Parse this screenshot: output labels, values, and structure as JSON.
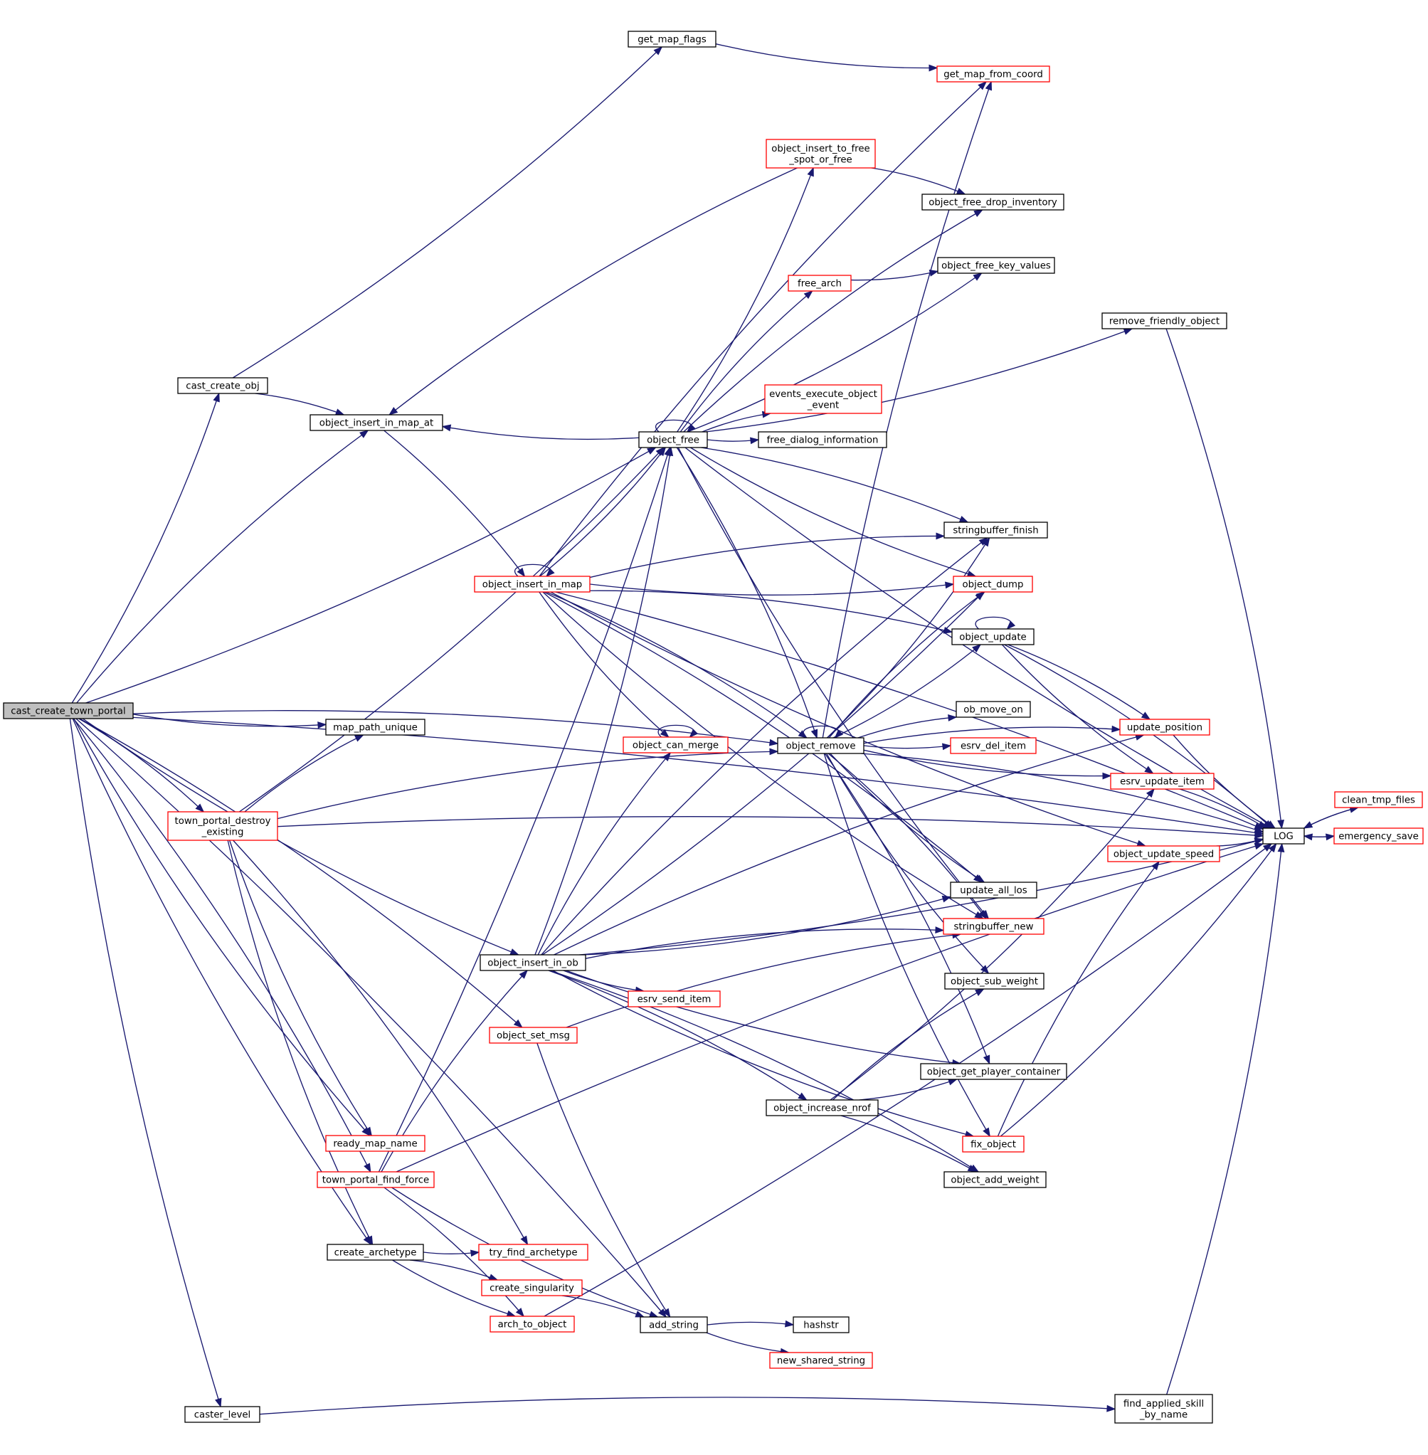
{
  "graph": {
    "nodes": [
      {
        "id": "cast_create_town_portal",
        "lines": [
          "cast_create_town_portal"
        ],
        "style": "root"
      },
      {
        "id": "cast_create_obj",
        "lines": [
          "cast_create_obj"
        ],
        "style": "normal"
      },
      {
        "id": "get_map_flags",
        "lines": [
          "get_map_flags"
        ],
        "style": "normal"
      },
      {
        "id": "get_map_from_coord",
        "lines": [
          "get_map_from_coord"
        ],
        "style": "truncated"
      },
      {
        "id": "object_insert_in_map_at",
        "lines": [
          "object_insert_in_map_at"
        ],
        "style": "normal"
      },
      {
        "id": "object_insert_to_free_spot_or_free",
        "lines": [
          "object_insert_to_free",
          "_spot_or_free"
        ],
        "style": "truncated"
      },
      {
        "id": "object_free_drop_inventory",
        "lines": [
          "object_free_drop_inventory"
        ],
        "style": "normal"
      },
      {
        "id": "object_free_key_values",
        "lines": [
          "object_free_key_values"
        ],
        "style": "normal"
      },
      {
        "id": "free_arch",
        "lines": [
          "free_arch"
        ],
        "style": "truncated"
      },
      {
        "id": "remove_friendly_object",
        "lines": [
          "remove_friendly_object"
        ],
        "style": "normal"
      },
      {
        "id": "events_execute_object_event",
        "lines": [
          "events_execute_object",
          "_event"
        ],
        "style": "truncated"
      },
      {
        "id": "object_free",
        "lines": [
          "object_free"
        ],
        "style": "normal"
      },
      {
        "id": "free_dialog_information",
        "lines": [
          "free_dialog_information"
        ],
        "style": "normal"
      },
      {
        "id": "stringbuffer_finish",
        "lines": [
          "stringbuffer_finish"
        ],
        "style": "normal"
      },
      {
        "id": "object_insert_in_map",
        "lines": [
          "object_insert_in_map"
        ],
        "style": "truncated"
      },
      {
        "id": "object_dump",
        "lines": [
          "object_dump"
        ],
        "style": "truncated"
      },
      {
        "id": "object_update",
        "lines": [
          "object_update"
        ],
        "style": "normal"
      },
      {
        "id": "ob_move_on",
        "lines": [
          "ob_move_on"
        ],
        "style": "normal"
      },
      {
        "id": "map_path_unique",
        "lines": [
          "map_path_unique"
        ],
        "style": "normal"
      },
      {
        "id": "object_can_merge",
        "lines": [
          "object_can_merge"
        ],
        "style": "truncated"
      },
      {
        "id": "object_remove",
        "lines": [
          "object_remove"
        ],
        "style": "normal"
      },
      {
        "id": "esrv_del_item",
        "lines": [
          "esrv_del_item"
        ],
        "style": "truncated"
      },
      {
        "id": "update_position",
        "lines": [
          "update_position"
        ],
        "style": "truncated"
      },
      {
        "id": "esrv_update_item",
        "lines": [
          "esrv_update_item"
        ],
        "style": "truncated"
      },
      {
        "id": "clean_tmp_files",
        "lines": [
          "clean_tmp_files"
        ],
        "style": "truncated"
      },
      {
        "id": "town_portal_destroy_existing",
        "lines": [
          "town_portal_destroy",
          "_existing"
        ],
        "style": "truncated"
      },
      {
        "id": "LOG",
        "lines": [
          "LOG"
        ],
        "style": "normal"
      },
      {
        "id": "emergency_save",
        "lines": [
          "emergency_save"
        ],
        "style": "truncated"
      },
      {
        "id": "object_update_speed",
        "lines": [
          "object_update_speed"
        ],
        "style": "truncated"
      },
      {
        "id": "update_all_los",
        "lines": [
          "update_all_los"
        ],
        "style": "normal"
      },
      {
        "id": "stringbuffer_new",
        "lines": [
          "stringbuffer_new"
        ],
        "style": "truncated"
      },
      {
        "id": "object_insert_in_ob",
        "lines": [
          "object_insert_in_ob"
        ],
        "style": "normal"
      },
      {
        "id": "object_sub_weight",
        "lines": [
          "object_sub_weight"
        ],
        "style": "normal"
      },
      {
        "id": "esrv_send_item",
        "lines": [
          "esrv_send_item"
        ],
        "style": "truncated"
      },
      {
        "id": "object_set_msg",
        "lines": [
          "object_set_msg"
        ],
        "style": "truncated"
      },
      {
        "id": "object_get_player_container",
        "lines": [
          "object_get_player_container"
        ],
        "style": "normal"
      },
      {
        "id": "object_increase_nrof",
        "lines": [
          "object_increase_nrof"
        ],
        "style": "normal"
      },
      {
        "id": "ready_map_name",
        "lines": [
          "ready_map_name"
        ],
        "style": "truncated"
      },
      {
        "id": "fix_object",
        "lines": [
          "fix_object"
        ],
        "style": "truncated"
      },
      {
        "id": "town_portal_find_force",
        "lines": [
          "town_portal_find_force"
        ],
        "style": "truncated"
      },
      {
        "id": "object_add_weight",
        "lines": [
          "object_add_weight"
        ],
        "style": "normal"
      },
      {
        "id": "create_archetype",
        "lines": [
          "create_archetype"
        ],
        "style": "normal"
      },
      {
        "id": "try_find_archetype",
        "lines": [
          "try_find_archetype"
        ],
        "style": "truncated"
      },
      {
        "id": "create_singularity",
        "lines": [
          "create_singularity"
        ],
        "style": "truncated"
      },
      {
        "id": "arch_to_object",
        "lines": [
          "arch_to_object"
        ],
        "style": "truncated"
      },
      {
        "id": "add_string",
        "lines": [
          "add_string"
        ],
        "style": "normal"
      },
      {
        "id": "hashstr",
        "lines": [
          "hashstr"
        ],
        "style": "normal"
      },
      {
        "id": "new_shared_string",
        "lines": [
          "new_shared_string"
        ],
        "style": "truncated"
      },
      {
        "id": "caster_level",
        "lines": [
          "caster_level"
        ],
        "style": "normal"
      },
      {
        "id": "find_applied_skill_by_name",
        "lines": [
          "find_applied_skill",
          "_by_name"
        ],
        "style": "normal"
      }
    ],
    "edges": [
      {
        "from": "cast_create_town_portal",
        "to": "cast_create_obj"
      },
      {
        "from": "cast_create_town_portal",
        "to": "object_insert_in_map_at"
      },
      {
        "from": "cast_create_town_portal",
        "to": "object_free"
      },
      {
        "from": "cast_create_town_portal",
        "to": "object_remove"
      },
      {
        "from": "cast_create_town_portal",
        "to": "object_insert_in_ob"
      },
      {
        "from": "cast_create_town_portal",
        "to": "object_set_msg"
      },
      {
        "from": "cast_create_town_portal",
        "to": "map_path_unique"
      },
      {
        "from": "cast_create_town_portal",
        "to": "town_portal_destroy_existing"
      },
      {
        "from": "cast_create_town_portal",
        "to": "ready_map_name"
      },
      {
        "from": "cast_create_town_portal",
        "to": "town_portal_find_force"
      },
      {
        "from": "cast_create_town_portal",
        "to": "create_archetype"
      },
      {
        "from": "cast_create_town_portal",
        "to": "add_string"
      },
      {
        "from": "cast_create_town_portal",
        "to": "caster_level"
      },
      {
        "from": "cast_create_town_portal",
        "to": "LOG"
      },
      {
        "from": "cast_create_obj",
        "to": "get_map_flags"
      },
      {
        "from": "cast_create_obj",
        "to": "object_insert_in_map_at"
      },
      {
        "from": "get_map_flags",
        "to": "get_map_from_coord"
      },
      {
        "from": "object_insert_in_map_at",
        "to": "object_insert_in_map"
      },
      {
        "from": "object_insert_to_free_spot_or_free",
        "to": "object_insert_in_map_at"
      },
      {
        "from": "object_insert_to_free_spot_or_free",
        "to": "object_free_drop_inventory"
      },
      {
        "from": "free_arch",
        "to": "object_free_key_values"
      },
      {
        "from": "object_free",
        "to": "object_insert_in_map_at"
      },
      {
        "from": "object_free",
        "to": "object_insert_to_free_spot_or_free"
      },
      {
        "from": "object_free",
        "to": "object_free_drop_inventory"
      },
      {
        "from": "object_free",
        "to": "object_free_key_values"
      },
      {
        "from": "object_free",
        "to": "free_arch"
      },
      {
        "from": "object_free",
        "to": "remove_friendly_object"
      },
      {
        "from": "object_free",
        "to": "events_execute_object_event"
      },
      {
        "from": "object_free",
        "to": "free_dialog_information"
      },
      {
        "from": "object_free",
        "to": "stringbuffer_finish"
      },
      {
        "from": "object_free",
        "to": "object_dump"
      },
      {
        "from": "object_free",
        "to": "object_remove"
      },
      {
        "from": "object_free",
        "to": "stringbuffer_new"
      },
      {
        "from": "object_free",
        "to": "object_free"
      },
      {
        "from": "object_free",
        "to": "LOG"
      },
      {
        "from": "remove_friendly_object",
        "to": "LOG"
      },
      {
        "from": "object_insert_in_map",
        "to": "object_insert_in_map"
      },
      {
        "from": "object_insert_in_map",
        "to": "get_map_from_coord"
      },
      {
        "from": "object_insert_in_map",
        "to": "object_free"
      },
      {
        "from": "object_insert_in_map",
        "to": "stringbuffer_finish"
      },
      {
        "from": "object_insert_in_map",
        "to": "object_dump"
      },
      {
        "from": "object_insert_in_map",
        "to": "object_update"
      },
      {
        "from": "object_insert_in_map",
        "to": "object_can_merge"
      },
      {
        "from": "object_insert_in_map",
        "to": "object_remove"
      },
      {
        "from": "object_insert_in_map",
        "to": "object_update_speed"
      },
      {
        "from": "object_insert_in_map",
        "to": "update_all_los"
      },
      {
        "from": "object_insert_in_map",
        "to": "stringbuffer_new"
      },
      {
        "from": "object_insert_in_map",
        "to": "LOG"
      },
      {
        "from": "object_update",
        "to": "object_update"
      },
      {
        "from": "object_update",
        "to": "update_position"
      },
      {
        "from": "object_update",
        "to": "esrv_update_item"
      },
      {
        "from": "object_update",
        "to": "LOG"
      },
      {
        "from": "object_remove",
        "to": "object_remove"
      },
      {
        "from": "object_remove",
        "to": "get_map_from_coord"
      },
      {
        "from": "object_remove",
        "to": "stringbuffer_finish"
      },
      {
        "from": "object_remove",
        "to": "object_dump"
      },
      {
        "from": "object_remove",
        "to": "object_update"
      },
      {
        "from": "object_remove",
        "to": "ob_move_on"
      },
      {
        "from": "object_remove",
        "to": "esrv_del_item"
      },
      {
        "from": "object_remove",
        "to": "update_position"
      },
      {
        "from": "object_remove",
        "to": "esrv_update_item"
      },
      {
        "from": "object_remove",
        "to": "LOG"
      },
      {
        "from": "object_remove",
        "to": "update_all_los"
      },
      {
        "from": "object_remove",
        "to": "stringbuffer_new"
      },
      {
        "from": "object_remove",
        "to": "object_sub_weight"
      },
      {
        "from": "object_remove",
        "to": "object_get_player_container"
      },
      {
        "from": "object_remove",
        "to": "fix_object"
      },
      {
        "from": "object_can_merge",
        "to": "object_can_merge"
      },
      {
        "from": "update_position",
        "to": "LOG"
      },
      {
        "from": "esrv_update_item",
        "to": "LOG"
      },
      {
        "from": "clean_tmp_files",
        "to": "LOG"
      },
      {
        "from": "LOG",
        "to": "clean_tmp_files"
      },
      {
        "from": "LOG",
        "to": "emergency_save"
      },
      {
        "from": "emergency_save",
        "to": "LOG"
      },
      {
        "from": "object_update_speed",
        "to": "LOG"
      },
      {
        "from": "town_portal_destroy_existing",
        "to": "map_path_unique"
      },
      {
        "from": "town_portal_destroy_existing",
        "to": "object_free"
      },
      {
        "from": "town_portal_destroy_existing",
        "to": "object_remove"
      },
      {
        "from": "town_portal_destroy_existing",
        "to": "ready_map_name"
      },
      {
        "from": "town_portal_destroy_existing",
        "to": "try_find_archetype"
      },
      {
        "from": "town_portal_destroy_existing",
        "to": "create_archetype"
      },
      {
        "from": "town_portal_destroy_existing",
        "to": "LOG"
      },
      {
        "from": "object_insert_in_ob",
        "to": "object_free"
      },
      {
        "from": "object_insert_in_ob",
        "to": "stringbuffer_finish"
      },
      {
        "from": "object_insert_in_ob",
        "to": "object_dump"
      },
      {
        "from": "object_insert_in_ob",
        "to": "object_can_merge"
      },
      {
        "from": "object_insert_in_ob",
        "to": "update_all_los"
      },
      {
        "from": "object_insert_in_ob",
        "to": "stringbuffer_new"
      },
      {
        "from": "object_insert_in_ob",
        "to": "esrv_send_item"
      },
      {
        "from": "object_insert_in_ob",
        "to": "update_position"
      },
      {
        "from": "object_insert_in_ob",
        "to": "object_get_player_container"
      },
      {
        "from": "object_insert_in_ob",
        "to": "object_increase_nrof"
      },
      {
        "from": "object_insert_in_ob",
        "to": "fix_object"
      },
      {
        "from": "object_insert_in_ob",
        "to": "object_add_weight"
      },
      {
        "from": "object_insert_in_ob",
        "to": "LOG"
      },
      {
        "from": "object_set_msg",
        "to": "stringbuffer_new"
      },
      {
        "from": "object_set_msg",
        "to": "add_string"
      },
      {
        "from": "object_increase_nrof",
        "to": "object_sub_weight"
      },
      {
        "from": "object_increase_nrof",
        "to": "object_get_player_container"
      },
      {
        "from": "object_increase_nrof",
        "to": "object_add_weight"
      },
      {
        "from": "object_increase_nrof",
        "to": "esrv_update_item"
      },
      {
        "from": "fix_object",
        "to": "object_update_speed"
      },
      {
        "from": "fix_object",
        "to": "LOG"
      },
      {
        "from": "town_portal_find_force",
        "to": "object_insert_in_ob"
      },
      {
        "from": "town_portal_find_force",
        "to": "object_free"
      },
      {
        "from": "town_portal_find_force",
        "to": "arch_to_object"
      },
      {
        "from": "town_portal_find_force",
        "to": "add_string"
      },
      {
        "from": "town_portal_find_force",
        "to": "LOG"
      },
      {
        "from": "create_archetype",
        "to": "try_find_archetype"
      },
      {
        "from": "create_archetype",
        "to": "create_singularity"
      },
      {
        "from": "create_archetype",
        "to": "arch_to_object"
      },
      {
        "from": "create_singularity",
        "to": "add_string"
      },
      {
        "from": "arch_to_object",
        "to": "LOG"
      },
      {
        "from": "add_string",
        "to": "hashstr"
      },
      {
        "from": "add_string",
        "to": "new_shared_string"
      },
      {
        "from": "caster_level",
        "to": "find_applied_skill_by_name"
      },
      {
        "from": "find_applied_skill_by_name",
        "to": "LOG"
      }
    ]
  }
}
